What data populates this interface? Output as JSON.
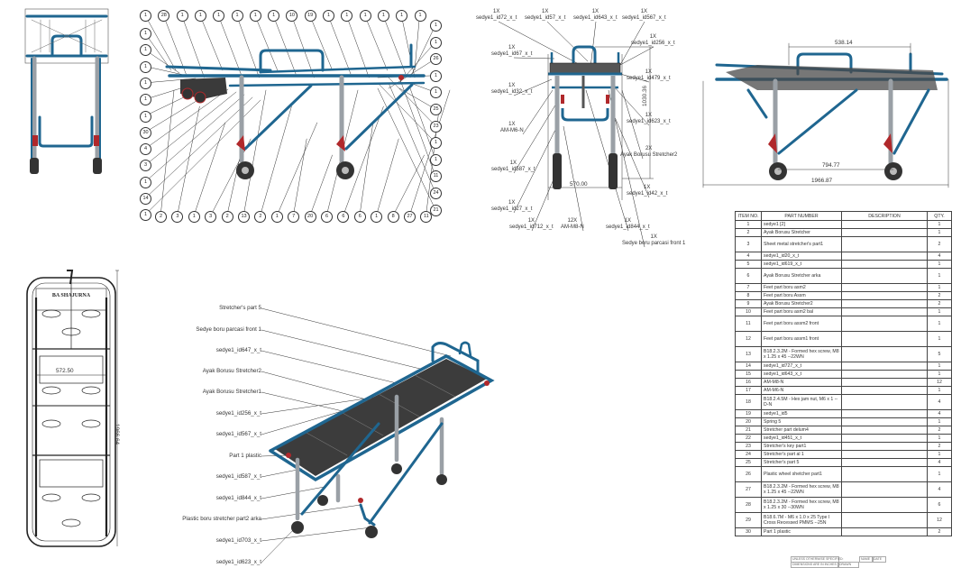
{
  "side_view": {
    "balloons_top": [
      "1",
      "28",
      "1",
      "1",
      "1",
      "1",
      "1",
      "1",
      "10",
      "19",
      "1",
      "1",
      "1",
      "1",
      "1",
      "1"
    ],
    "balloons_left": [
      "1",
      "1",
      "1",
      "1",
      "1",
      "1",
      "30",
      "4",
      "3",
      "1",
      "14",
      "1"
    ],
    "balloons_bottom": [
      "2",
      "3",
      "1",
      "3",
      "2",
      "13",
      "2",
      "1",
      "7",
      "20",
      "6",
      "6",
      "6",
      "1",
      "8",
      "27",
      "11"
    ],
    "balloons_right": [
      "1",
      "1",
      "26",
      "1",
      "1",
      "25",
      "23",
      "1",
      "1",
      "11",
      "24",
      "21"
    ]
  },
  "front_view": {
    "labels": [
      {
        "qty": "1X",
        "name": "sedye1_id72_x_t"
      },
      {
        "qty": "1X",
        "name": "sedye1_id57_x_t"
      },
      {
        "qty": "1X",
        "name": "sedye1_id643_x_t"
      },
      {
        "qty": "1X",
        "name": "sedye1_id567_x_t"
      },
      {
        "qty": "1X",
        "name": "sedye1_id256_x_t"
      },
      {
        "qty": "1X",
        "name": "sedye1_id67_x_t"
      },
      {
        "qty": "1X",
        "name": "sedye1_id479_x_t"
      },
      {
        "qty": "1X",
        "name": "sedye1_id32_x_t"
      },
      {
        "qty": "1X",
        "name": "sedye1_id623_x_t"
      },
      {
        "qty": "1X",
        "name": "AM-M6-N"
      },
      {
        "qty": "2X",
        "name": "Ayak Borusu Stretcher2"
      },
      {
        "qty": "1X",
        "name": "sedye1_id587_x_t"
      },
      {
        "qty": "1X",
        "name": "sedye1_id42_x_t"
      },
      {
        "qty": "1X",
        "name": "sedye1_id27_x_t"
      },
      {
        "qty": "1X",
        "name": "sedye1_id712_x_t"
      },
      {
        "qty": "12X",
        "name": "AM-M8-N"
      },
      {
        "qty": "1X",
        "name": "sedye1_id844_x_t"
      },
      {
        "qty": "1X",
        "name": "Sedye boru parcasi front 1"
      }
    ],
    "dim_height": "1030.36",
    "dim_width": "570.00"
  },
  "right_view": {
    "dim_top": "538.14",
    "dim_wheelbase": "794.77",
    "dim_length": "1966.87"
  },
  "plan_view": {
    "dim_width": "572.50",
    "dim_length": "1966.64",
    "logo_text": "BA SHAJURNA"
  },
  "iso_view": {
    "labels": [
      "Stretcher's part 5",
      "Sedye boru parcasi front 1",
      "sedye1_id647_x_t",
      "Ayak Borusu Stretcher2",
      "Ayak Borusu Stretcher1",
      "sedye1_id256_x_t",
      "sedye1_id567_x_t",
      "Part 1 plastic",
      "sedye1_id587_x_t",
      "sedye1_id844_x_t",
      "Plastic boru stretcher part2 arka",
      "sedye1_id703_x_t",
      "sedye1_id623_x_t"
    ]
  },
  "bom": {
    "headers": [
      "ITEM NO.",
      "PART NUMBER",
      "DESCRIPTION",
      "QTY."
    ],
    "rows": [
      {
        "item": "1",
        "part": "sedye1 [2]",
        "desc": "",
        "qty": "1",
        "tall": false
      },
      {
        "item": "2",
        "part": "Ayak Borusu Stretcher",
        "desc": "",
        "qty": "1",
        "tall": false
      },
      {
        "item": "3",
        "part": "Sheet metal stretcher's part1",
        "desc": "",
        "qty": "2",
        "tall": true
      },
      {
        "item": "4",
        "part": "sedye1_id20_x_t",
        "desc": "",
        "qty": "4",
        "tall": false
      },
      {
        "item": "5",
        "part": "sedye1_id619_x_t",
        "desc": "",
        "qty": "1",
        "tall": false
      },
      {
        "item": "6",
        "part": "Ayak Borusu Stretcher arka",
        "desc": "",
        "qty": "1",
        "tall": true
      },
      {
        "item": "7",
        "part": "Feet part boru asm2",
        "desc": "",
        "qty": "1",
        "tall": false
      },
      {
        "item": "8",
        "part": "Feet part boru Assm",
        "desc": "",
        "qty": "2",
        "tall": false
      },
      {
        "item": "9",
        "part": "Ayak Borusu Stretcher2",
        "desc": "",
        "qty": "2",
        "tall": false
      },
      {
        "item": "10",
        "part": "Feet part boru asm2 bal",
        "desc": "",
        "qty": "1",
        "tall": false
      },
      {
        "item": "11",
        "part": "Feet part boru assm2 front",
        "desc": "",
        "qty": "1",
        "tall": true
      },
      {
        "item": "12",
        "part": "Feet part boru assm1 front",
        "desc": "",
        "qty": "1",
        "tall": true
      },
      {
        "item": "13",
        "part": "B18.2.3.2M - Formed hex screw, M8 x 1.25 x 45 --22WN",
        "desc": "",
        "qty": "5",
        "tall": true
      },
      {
        "item": "14",
        "part": "sedye1_id727_x_t",
        "desc": "",
        "qty": "1",
        "tall": false
      },
      {
        "item": "15",
        "part": "sedye1_id643_x_t",
        "desc": "",
        "qty": "1",
        "tall": false
      },
      {
        "item": "16",
        "part": "AM-M8-N",
        "desc": "",
        "qty": "12",
        "tall": false
      },
      {
        "item": "17",
        "part": "AM-M6-N",
        "desc": "",
        "qty": "1",
        "tall": false
      },
      {
        "item": "18",
        "part": "B18.2.4.5M - Hex jam nut, M6 x 1 --D-N",
        "desc": "",
        "qty": "4",
        "tall": true
      },
      {
        "item": "19",
        "part": "sedye1_id5",
        "desc": "",
        "qty": "4",
        "tall": false
      },
      {
        "item": "20",
        "part": "Spring 5",
        "desc": "",
        "qty": "1",
        "tall": false
      },
      {
        "item": "21",
        "part": "Stretcher part delum4",
        "desc": "",
        "qty": "2",
        "tall": false
      },
      {
        "item": "22",
        "part": "sedye1_id451_x_t",
        "desc": "",
        "qty": "1",
        "tall": false
      },
      {
        "item": "23",
        "part": "Stretcher's key part1",
        "desc": "",
        "qty": "2",
        "tall": false
      },
      {
        "item": "24",
        "part": "Stretcher's part al 1",
        "desc": "",
        "qty": "1",
        "tall": false
      },
      {
        "item": "25",
        "part": "Stretcher's part 5",
        "desc": "",
        "qty": "4",
        "tall": false
      },
      {
        "item": "26",
        "part": "Plastic wheel shetcher part1",
        "desc": "",
        "qty": "1",
        "tall": true
      },
      {
        "item": "27",
        "part": "B18.2.3.2M - Formed hex screw, M8 x 1.25 x 45 --22WN",
        "desc": "",
        "qty": "4",
        "tall": true
      },
      {
        "item": "28",
        "part": "B18.2.3.2M - Formed hex screw, M8 x 1.25 x 30 --30WN",
        "desc": "",
        "qty": "6",
        "tall": true
      },
      {
        "item": "29",
        "part": "B18.6.7M - M6 x 1.0 x 25 Type I Cross Recessed PMMS --25N",
        "desc": "",
        "qty": "12",
        "tall": true
      },
      {
        "item": "30",
        "part": "Part 1 plastic",
        "desc": "",
        "qty": "2",
        "tall": false
      }
    ]
  },
  "title_block": {
    "unless": "UNLESS OTHERWISE SPECIFIED:",
    "dims": "DIMENSIONS ARE IN INCHES",
    "name": "NAME",
    "date": "DATE",
    "drawn": "DRAWN"
  },
  "colors": {
    "tube": "#1f6690",
    "tube_dark": "#0f3f5f",
    "leg": "#9aa0a6",
    "line": "#222222",
    "red": "#b0282b"
  }
}
